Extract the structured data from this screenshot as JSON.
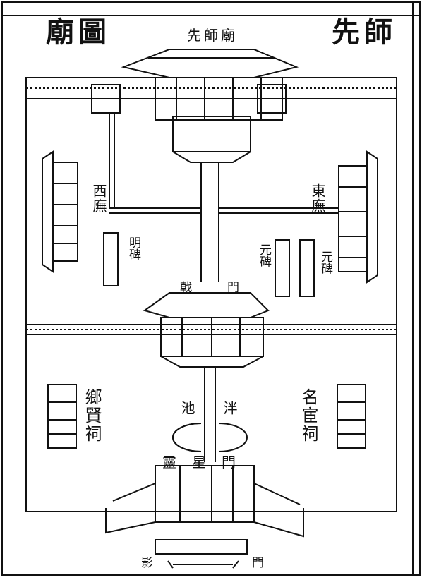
{
  "title_right": "先師",
  "title_left": "廟圖",
  "header_caption": "先師廟",
  "labels": {
    "west_hall": "西廡",
    "east_hall": "東廡",
    "stele_left": "明碑",
    "stele_mid": "元碑",
    "stele_right": "元碑",
    "halberd_gate": "戟門",
    "village_worthies_shrine": "鄉賢祠",
    "famous_officials_shrine": "名宦祠",
    "pan_pond_left": "泮",
    "pan_pond_right": "池",
    "lingxing_gate": "靈星門",
    "shadow_wall": "影門"
  },
  "colors": {
    "ink": "#111111",
    "paper": "#ffffff"
  }
}
